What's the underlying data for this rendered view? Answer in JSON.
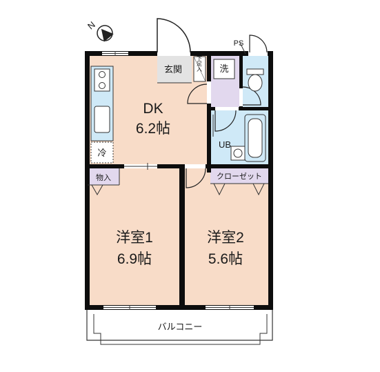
{
  "compass": {
    "label": "N",
    "icon": "north-arrow-icon"
  },
  "rooms": {
    "dk": {
      "name": "DK",
      "size": "6.2帖"
    },
    "western1": {
      "name": "洋室1",
      "size": "6.9帖"
    },
    "western2": {
      "name": "洋室2",
      "size": "5.6帖"
    }
  },
  "labels": {
    "entrance": "玄関",
    "shoe_box": "下足入",
    "washer": "洗",
    "unit_bath": "UB",
    "refrigerator": "冷",
    "storage": "物入",
    "closet": "クローゼット",
    "pipe_space": "PS",
    "balcony": "バルコニー"
  },
  "colors": {
    "wall": "#0d0d0d",
    "room_floor": "#f8dcc8",
    "wet_area": "#cfe9f7",
    "closet": "#e2d8ee",
    "entrance_floor": "#e3e3e3",
    "fixture": "#ffffff"
  }
}
